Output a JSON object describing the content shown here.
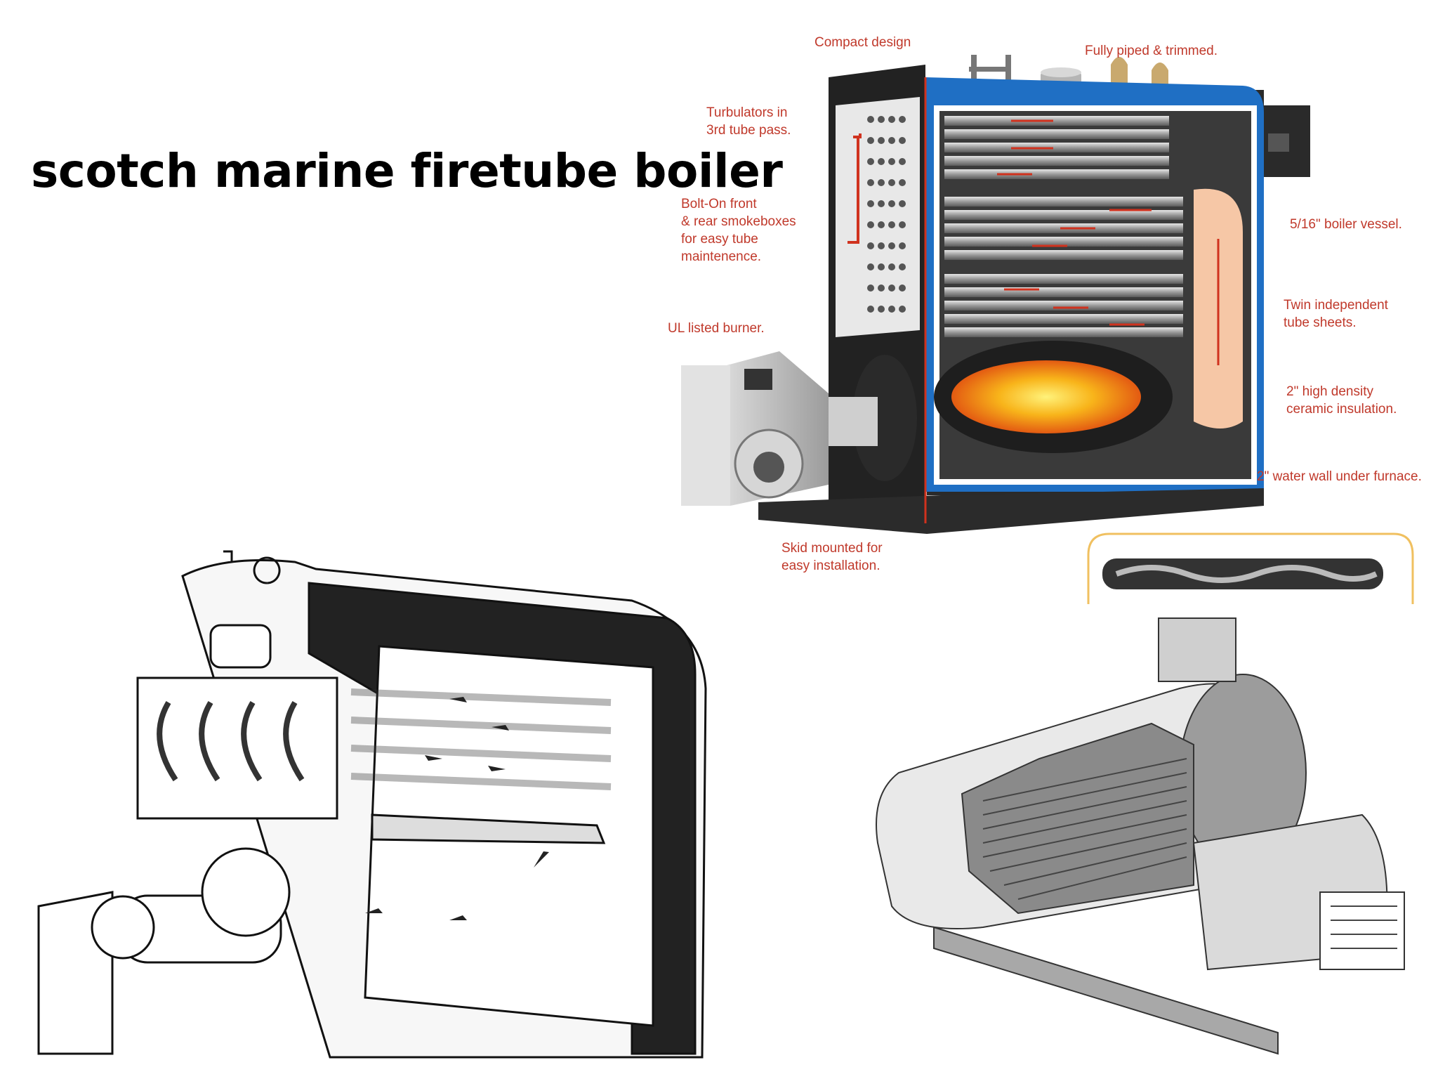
{
  "slide": {
    "title": "scotch marine firetube boiler"
  },
  "callouts": {
    "compact_design": "Compact design",
    "fully_piped": "Fully piped & trimmed.",
    "turbulators": [
      "Turbulators in",
      "3rd tube pass."
    ],
    "bolt_on": [
      "Bolt-On front",
      "& rear smokeboxes",
      "for easy tube",
      "maintenence."
    ],
    "boiler_vessel": "5/16\" boiler vessel.",
    "ul_burner": "UL listed burner.",
    "tube_sheets": [
      "Twin independent",
      "tube sheets."
    ],
    "insulation": [
      "2\" high density",
      "ceramic insulation."
    ],
    "water_wall": "2\" water wall under furnace.",
    "skid": [
      "Skid mounted for",
      "easy installation."
    ]
  },
  "colors": {
    "callout": "#c0392b",
    "vessel_blue": "#1f6fc4",
    "flame": "#f39c12",
    "insulation": "#f6c7a6"
  }
}
